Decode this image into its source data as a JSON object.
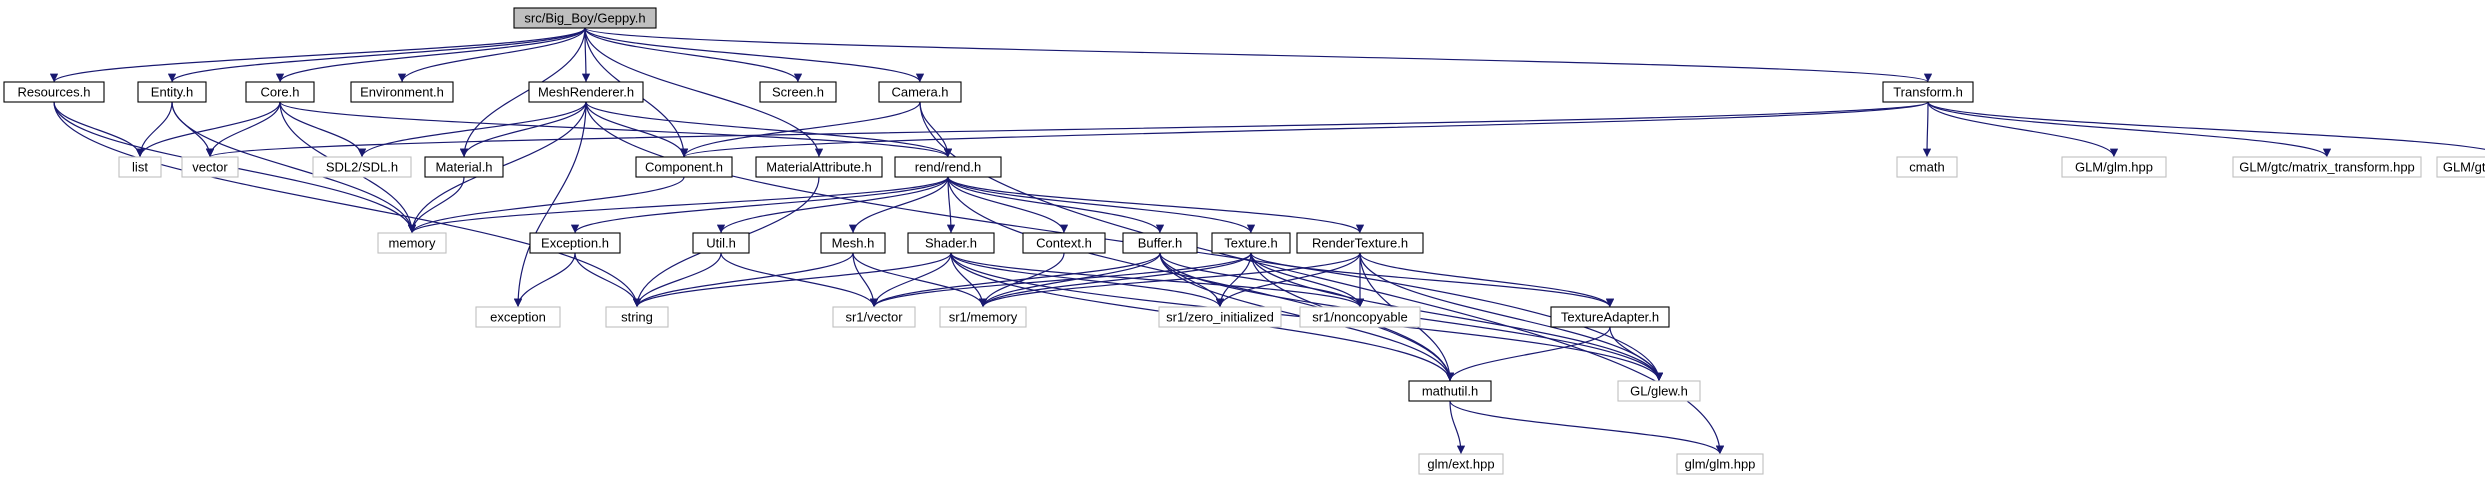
{
  "graph": {
    "colors": {
      "edge": "#191970",
      "internal_border": "#000000",
      "external_border": "#bfbfbf",
      "root_fill": "#bfbfbf",
      "node_fill": "#ffffff",
      "text": "#000000"
    },
    "nodes": [
      {
        "id": "geppy",
        "label": "src/Big_Boy/Geppy.h",
        "kind": "root"
      },
      {
        "id": "resources",
        "label": "Resources.h",
        "kind": "internal"
      },
      {
        "id": "entity",
        "label": "Entity.h",
        "kind": "internal"
      },
      {
        "id": "core",
        "label": "Core.h",
        "kind": "internal"
      },
      {
        "id": "environment",
        "label": "Environment.h",
        "kind": "internal"
      },
      {
        "id": "meshrenderer",
        "label": "MeshRenderer.h",
        "kind": "internal"
      },
      {
        "id": "screen",
        "label": "Screen.h",
        "kind": "internal"
      },
      {
        "id": "camera",
        "label": "Camera.h",
        "kind": "internal"
      },
      {
        "id": "transform",
        "label": "Transform.h",
        "kind": "internal"
      },
      {
        "id": "list",
        "label": "list",
        "kind": "external"
      },
      {
        "id": "vector",
        "label": "vector",
        "kind": "external"
      },
      {
        "id": "sdl",
        "label": "SDL2/SDL.h",
        "kind": "external"
      },
      {
        "id": "material",
        "label": "Material.h",
        "kind": "internal"
      },
      {
        "id": "component",
        "label": "Component.h",
        "kind": "internal"
      },
      {
        "id": "materialattr",
        "label": "MaterialAttribute.h",
        "kind": "internal"
      },
      {
        "id": "rend",
        "label": "rend/rend.h",
        "kind": "internal"
      },
      {
        "id": "cmath",
        "label": "cmath",
        "kind": "external"
      },
      {
        "id": "glmglm_t",
        "label": "GLM/glm.hpp",
        "kind": "external"
      },
      {
        "id": "glmgtc_mt",
        "label": "GLM/gtc/matrix_transform.hpp",
        "kind": "external"
      },
      {
        "id": "glmgtc_tp",
        "label": "GLM/gtc/type_ptr.hpp",
        "kind": "external"
      },
      {
        "id": "memory",
        "label": "memory",
        "kind": "external"
      },
      {
        "id": "exceptionh",
        "label": "Exception.h",
        "kind": "internal"
      },
      {
        "id": "util",
        "label": "Util.h",
        "kind": "internal"
      },
      {
        "id": "mesh",
        "label": "Mesh.h",
        "kind": "internal"
      },
      {
        "id": "shader",
        "label": "Shader.h",
        "kind": "internal"
      },
      {
        "id": "context",
        "label": "Context.h",
        "kind": "internal"
      },
      {
        "id": "buffer",
        "label": "Buffer.h",
        "kind": "internal"
      },
      {
        "id": "texture",
        "label": "Texture.h",
        "kind": "internal"
      },
      {
        "id": "rendertexture",
        "label": "RenderTexture.h",
        "kind": "internal"
      },
      {
        "id": "exception",
        "label": "exception",
        "kind": "external"
      },
      {
        "id": "string",
        "label": "string",
        "kind": "external"
      },
      {
        "id": "sr1vector",
        "label": "sr1/vector",
        "kind": "external"
      },
      {
        "id": "sr1memory",
        "label": "sr1/memory",
        "kind": "external"
      },
      {
        "id": "sr1zero",
        "label": "sr1/zero_initialized",
        "kind": "external"
      },
      {
        "id": "sr1noncopy",
        "label": "sr1/noncopyable",
        "kind": "external"
      },
      {
        "id": "textureadapter",
        "label": "TextureAdapter.h",
        "kind": "internal"
      },
      {
        "id": "glew",
        "label": "GL/glew.h",
        "kind": "external"
      },
      {
        "id": "mathutil",
        "label": "mathutil.h",
        "kind": "internal"
      },
      {
        "id": "glmext",
        "label": "glm/ext.hpp",
        "kind": "external"
      },
      {
        "id": "glmglm",
        "label": "glm/glm.hpp",
        "kind": "external"
      }
    ],
    "edges": [
      [
        "geppy",
        "resources"
      ],
      [
        "geppy",
        "entity"
      ],
      [
        "geppy",
        "core"
      ],
      [
        "geppy",
        "environment"
      ],
      [
        "geppy",
        "meshrenderer"
      ],
      [
        "geppy",
        "screen"
      ],
      [
        "geppy",
        "camera"
      ],
      [
        "geppy",
        "transform"
      ],
      [
        "geppy",
        "material"
      ],
      [
        "geppy",
        "component"
      ],
      [
        "geppy",
        "materialattr"
      ],
      [
        "resources",
        "list"
      ],
      [
        "resources",
        "memory"
      ],
      [
        "resources",
        "string"
      ],
      [
        "entity",
        "list"
      ],
      [
        "entity",
        "vector"
      ],
      [
        "entity",
        "memory"
      ],
      [
        "core",
        "list"
      ],
      [
        "core",
        "vector"
      ],
      [
        "core",
        "sdl"
      ],
      [
        "core",
        "rend"
      ],
      [
        "core",
        "memory"
      ],
      [
        "meshrenderer",
        "sdl"
      ],
      [
        "meshrenderer",
        "material"
      ],
      [
        "meshrenderer",
        "component"
      ],
      [
        "meshrenderer",
        "rend"
      ],
      [
        "meshrenderer",
        "memory"
      ],
      [
        "meshrenderer",
        "exception"
      ],
      [
        "meshrenderer",
        "glew"
      ],
      [
        "camera",
        "component"
      ],
      [
        "camera",
        "rend"
      ],
      [
        "camera",
        "glmglm"
      ],
      [
        "transform",
        "component"
      ],
      [
        "transform",
        "vector"
      ],
      [
        "transform",
        "cmath"
      ],
      [
        "transform",
        "glmglm_t"
      ],
      [
        "transform",
        "glmgtc_mt"
      ],
      [
        "transform",
        "glmgtc_tp"
      ],
      [
        "material",
        "memory"
      ],
      [
        "component",
        "memory"
      ],
      [
        "materialattr",
        "string"
      ],
      [
        "rend",
        "memory"
      ],
      [
        "rend",
        "exceptionh"
      ],
      [
        "rend",
        "util"
      ],
      [
        "rend",
        "mesh"
      ],
      [
        "rend",
        "shader"
      ],
      [
        "rend",
        "context"
      ],
      [
        "rend",
        "buffer"
      ],
      [
        "rend",
        "texture"
      ],
      [
        "rend",
        "rendertexture"
      ],
      [
        "rend",
        "mathutil"
      ],
      [
        "exceptionh",
        "exception"
      ],
      [
        "exceptionh",
        "string"
      ],
      [
        "util",
        "string"
      ],
      [
        "util",
        "sr1vector"
      ],
      [
        "mesh",
        "string"
      ],
      [
        "mesh",
        "sr1vector"
      ],
      [
        "mesh",
        "sr1memory"
      ],
      [
        "shader",
        "string"
      ],
      [
        "shader",
        "sr1vector"
      ],
      [
        "shader",
        "sr1memory"
      ],
      [
        "shader",
        "sr1zero"
      ],
      [
        "shader",
        "sr1noncopy"
      ],
      [
        "shader",
        "mathutil"
      ],
      [
        "shader",
        "glew"
      ],
      [
        "context",
        "sr1memory"
      ],
      [
        "buffer",
        "sr1vector"
      ],
      [
        "buffer",
        "sr1memory"
      ],
      [
        "buffer",
        "sr1zero"
      ],
      [
        "buffer",
        "sr1noncopy"
      ],
      [
        "buffer",
        "mathutil"
      ],
      [
        "buffer",
        "glew"
      ],
      [
        "texture",
        "sr1vector"
      ],
      [
        "texture",
        "sr1memory"
      ],
      [
        "texture",
        "sr1zero"
      ],
      [
        "texture",
        "sr1noncopy"
      ],
      [
        "texture",
        "textureadapter"
      ],
      [
        "texture",
        "mathutil"
      ],
      [
        "texture",
        "glew"
      ],
      [
        "rendertexture",
        "sr1memory"
      ],
      [
        "rendertexture",
        "sr1zero"
      ],
      [
        "rendertexture",
        "sr1noncopy"
      ],
      [
        "rendertexture",
        "textureadapter"
      ],
      [
        "rendertexture",
        "mathutil"
      ],
      [
        "rendertexture",
        "glew"
      ],
      [
        "textureadapter",
        "mathutil"
      ],
      [
        "textureadapter",
        "glew"
      ],
      [
        "mathutil",
        "glmext"
      ],
      [
        "mathutil",
        "glmglm"
      ]
    ]
  }
}
